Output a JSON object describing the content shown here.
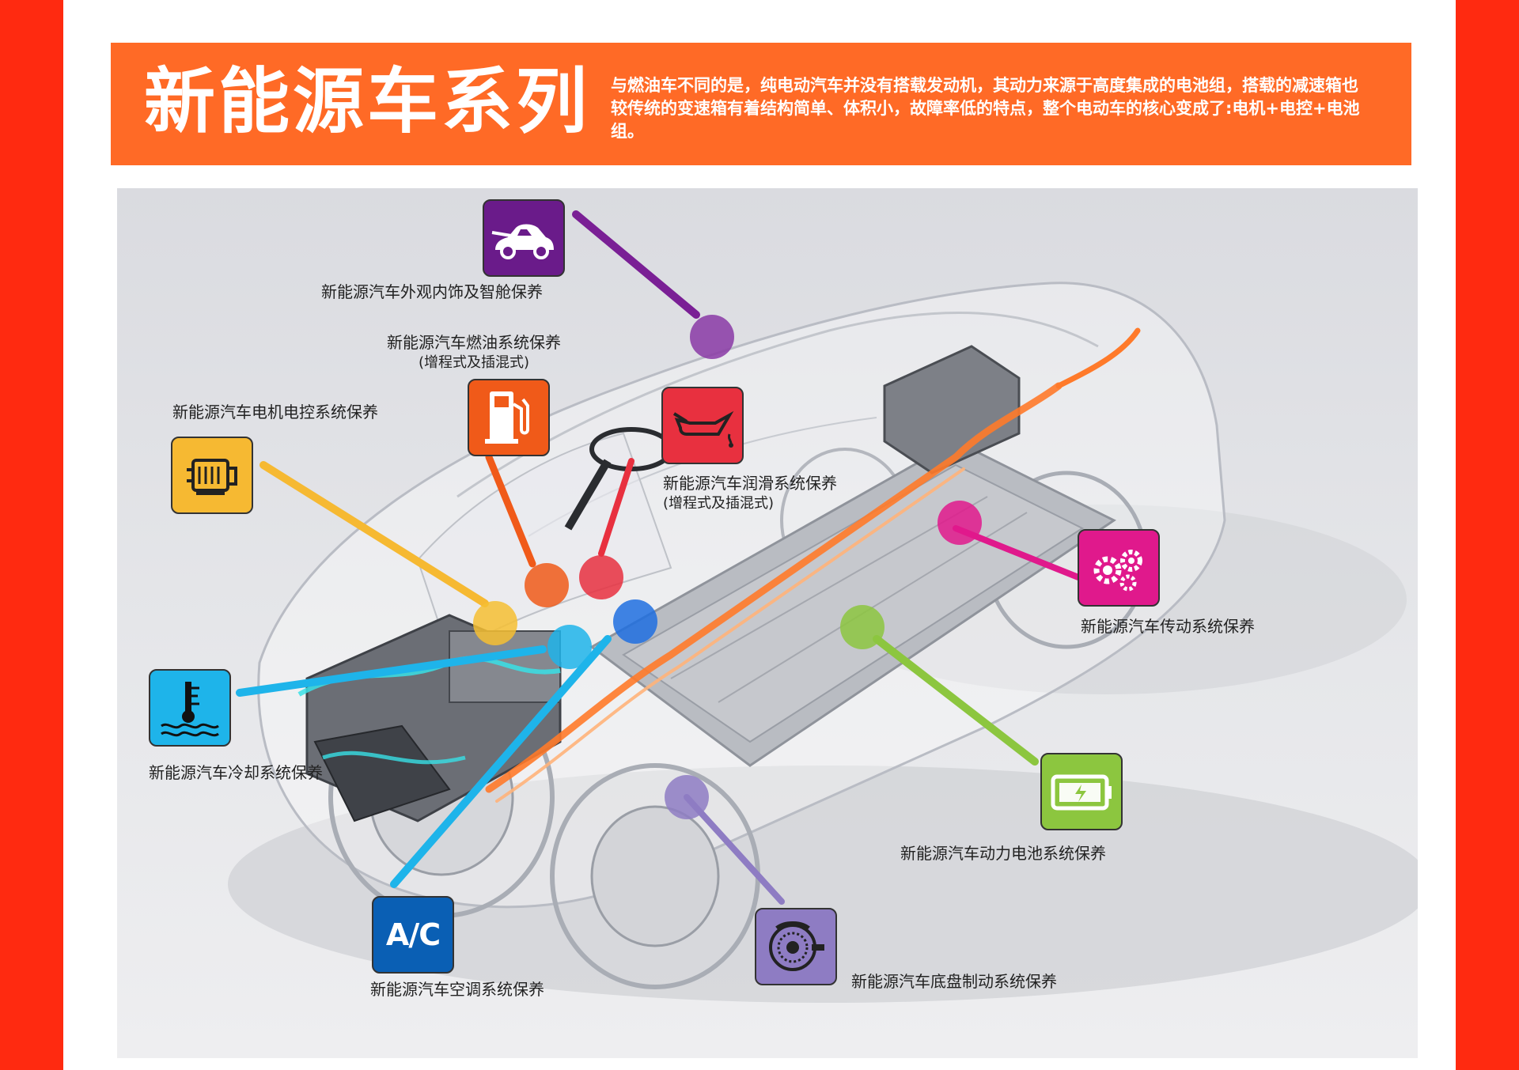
{
  "header": {
    "title": "新能源车系列",
    "description": "与燃油车不同的是，纯电动汽车并没有搭载发动机，其动力来源于高度集成的电池组，搭载的减速箱也较传统的变速箱有着结构简单、体积小，故障率低的特点，整个电动车的核心变成了:电机+电控+电池组。"
  },
  "colors": {
    "side_bar": "#ff2a10",
    "banner": "#ff6a26",
    "purple": "#6a1b8a",
    "orange": "#f05a19",
    "red": "#e8303f",
    "yellow": "#f6b932",
    "magenta": "#e0198c",
    "cyan": "#1eb4ea",
    "blue": "#0a5fb4",
    "lime": "#8cc63f",
    "lavender": "#8e7cc3"
  },
  "callouts": {
    "exterior": {
      "label": "新能源汽车外观内饰及智舱保养",
      "icon": "car-icon"
    },
    "fuel": {
      "label": "新能源汽车燃油系统保养",
      "sublabel": "(增程式及插混式)",
      "icon": "fuel-pump-icon"
    },
    "motor": {
      "label": "新能源汽车电机电控系统保养",
      "icon": "motor-icon"
    },
    "lubrication": {
      "label": "新能源汽车润滑系统保养",
      "sublabel": "(增程式及插混式)",
      "icon": "oil-can-icon"
    },
    "transmission": {
      "label": "新能源汽车传动系统保养",
      "icon": "gears-icon"
    },
    "cooling": {
      "label": "新能源汽车冷却系统保养",
      "icon": "coolant-temperature-icon"
    },
    "battery": {
      "label": "新能源汽车动力电池系统保养",
      "icon": "battery-icon"
    },
    "ac": {
      "label": "新能源汽车空调系统保养",
      "icon_text": "A/C",
      "icon": "ac-icon"
    },
    "brake": {
      "label": "新能源汽车底盘制动系统保养",
      "icon": "brake-disc-icon"
    }
  }
}
